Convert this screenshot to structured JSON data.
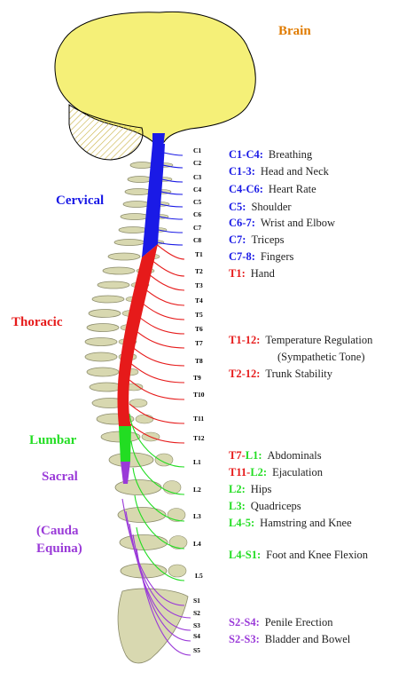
{
  "colors": {
    "brain": "#f5f078",
    "bone": "#d8d8b0",
    "cervical": "#1a1ae6",
    "thoracic": "#e61a1a",
    "lumbar": "#22dd22",
    "sacral": "#9a3ad8",
    "brain_label": "#e07b00"
  },
  "icons": [
    "brain-shape",
    "vertebra-shape",
    "nerve-line",
    "spinal-cord"
  ],
  "labels": {
    "brain": "Brain",
    "cervical": "Cervical",
    "thoracic": "Thoracic",
    "lumbar": "Lumbar",
    "sacral": "Sacral",
    "cauda_1": "(Cauda",
    "cauda_2": "Equina)"
  },
  "levels": [
    "C1",
    "C2",
    "C3",
    "C4",
    "C5",
    "C6",
    "C7",
    "C8",
    "T1",
    "T2",
    "T3",
    "T4",
    "T5",
    "T6",
    "T7",
    "T8",
    "T9",
    "T10",
    "T11",
    "T12",
    "L1",
    "L2",
    "L3",
    "L4",
    "L5",
    "S1",
    "S2",
    "S3",
    "S4",
    "S5"
  ],
  "functions": [
    {
      "segments": [
        {
          "t": "C1-C4:",
          "c": "cervical"
        }
      ],
      "desc": "Breathing"
    },
    {
      "segments": [
        {
          "t": "C1-3:",
          "c": "cervical"
        }
      ],
      "desc": "Head and Neck"
    },
    {
      "segments": [
        {
          "t": "C4-C6:",
          "c": "cervical"
        }
      ],
      "desc": "Heart Rate"
    },
    {
      "segments": [
        {
          "t": "C5:",
          "c": "cervical"
        }
      ],
      "desc": "Shoulder"
    },
    {
      "segments": [
        {
          "t": "C6-7:",
          "c": "cervical"
        }
      ],
      "desc": "Wrist and Elbow"
    },
    {
      "segments": [
        {
          "t": "C7:",
          "c": "cervical"
        }
      ],
      "desc": "Triceps"
    },
    {
      "segments": [
        {
          "t": "C7-8:",
          "c": "cervical"
        }
      ],
      "desc": "Fingers"
    },
    {
      "segments": [
        {
          "t": "T1:",
          "c": "thoracic"
        }
      ],
      "desc": "Hand"
    },
    {
      "segments": [
        {
          "t": "T1-12:",
          "c": "thoracic"
        }
      ],
      "desc": "Temperature Regulation"
    },
    {
      "segments": [],
      "desc": "(Sympathetic Tone)"
    },
    {
      "segments": [
        {
          "t": "T2-12:",
          "c": "thoracic"
        }
      ],
      "desc": "Trunk Stability"
    },
    {
      "segments": [
        {
          "t": "T7-",
          "c": "thoracic"
        },
        {
          "t": "L1:",
          "c": "lumbar"
        }
      ],
      "desc": "Abdominals"
    },
    {
      "segments": [
        {
          "t": "T11-",
          "c": "thoracic"
        },
        {
          "t": "L2:",
          "c": "lumbar"
        }
      ],
      "desc": "Ejaculation"
    },
    {
      "segments": [
        {
          "t": "L2:",
          "c": "lumbar"
        }
      ],
      "desc": "Hips"
    },
    {
      "segments": [
        {
          "t": "L3:",
          "c": "lumbar"
        }
      ],
      "desc": "Quadriceps"
    },
    {
      "segments": [
        {
          "t": "L4-5:",
          "c": "lumbar"
        }
      ],
      "desc": "Hamstring and Knee"
    },
    {
      "segments": [
        {
          "t": "L4-S1:",
          "c": "lumbar"
        }
      ],
      "desc": "Foot and Knee Flexion"
    },
    {
      "segments": [
        {
          "t": "S2-S4:",
          "c": "sacral"
        }
      ],
      "desc": "Penile Erection"
    },
    {
      "segments": [
        {
          "t": "S2-S3:",
          "c": "sacral"
        }
      ],
      "desc": "Bladder and Bowel"
    }
  ]
}
